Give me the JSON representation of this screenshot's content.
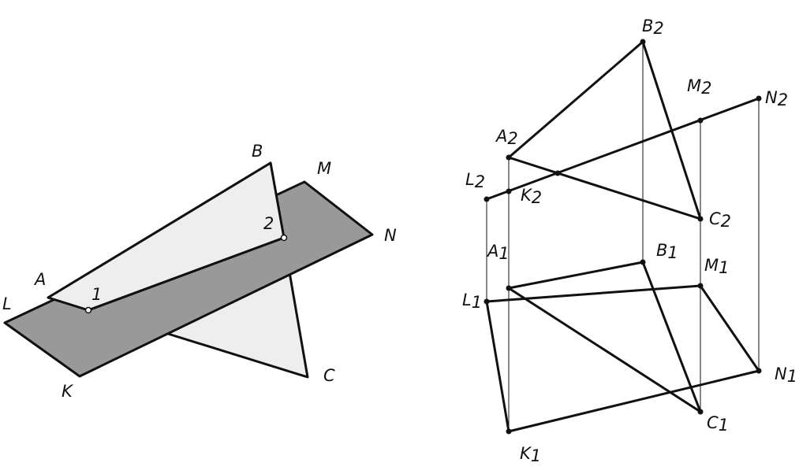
{
  "colors": {
    "ink": "#111111",
    "triangle_fill": "#eeeeee",
    "plane_fill": "#999999",
    "background": "#ffffff"
  },
  "left_figure": {
    "labels": {
      "B": "B",
      "M": "M",
      "N": "N",
      "A": "A",
      "L": "L",
      "K": "K",
      "C": "C",
      "p1": "1",
      "p2": "2"
    }
  },
  "right_figure": {
    "labels": {
      "B2": {
        "letter": "B",
        "index": "2"
      },
      "M2": {
        "letter": "M",
        "index": "2"
      },
      "N2": {
        "letter": "N",
        "index": "2"
      },
      "A2": {
        "letter": "A",
        "index": "2"
      },
      "L2": {
        "letter": "L",
        "index": "2"
      },
      "K2": {
        "letter": "K",
        "index": "2"
      },
      "C2": {
        "letter": "C",
        "index": "2"
      },
      "A1": {
        "letter": "A",
        "index": "1"
      },
      "B1": {
        "letter": "B",
        "index": "1"
      },
      "M1": {
        "letter": "M",
        "index": "1"
      },
      "L1": {
        "letter": "L",
        "index": "1"
      },
      "N1": {
        "letter": "N",
        "index": "1"
      },
      "C1": {
        "letter": "C",
        "index": "1"
      },
      "K1": {
        "letter": "K",
        "index": "1"
      }
    }
  }
}
